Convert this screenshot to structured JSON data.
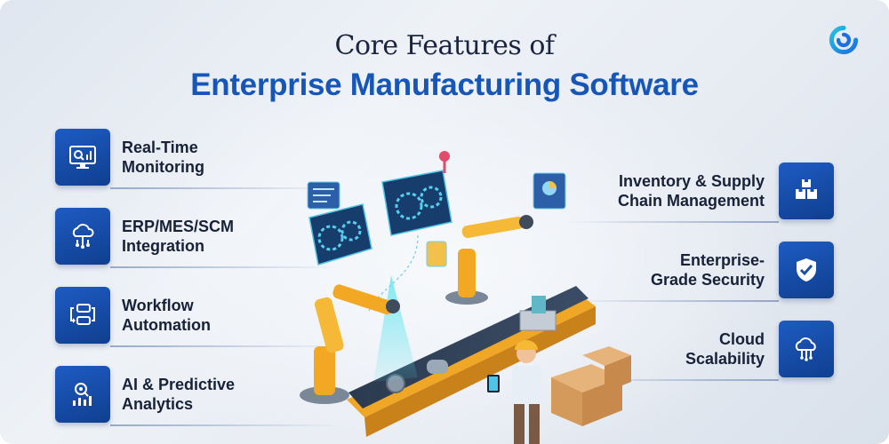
{
  "title": {
    "line1": "Core Features of",
    "line2": "Enterprise Manufacturing Software"
  },
  "logo_icon": "brand-ring-logo",
  "colors": {
    "accent": "#1556b8",
    "tile": "#1a4fa8",
    "text": "#172138"
  },
  "left_features": [
    {
      "label_line1": "Real-Time",
      "label_line2": "Monitoring",
      "icon": "monitor-analytics-icon"
    },
    {
      "label_line1": "ERP/MES/SCM",
      "label_line2": "Integration",
      "icon": "cloud-network-icon"
    },
    {
      "label_line1": "Workflow",
      "label_line2": "Automation",
      "icon": "workflow-icon"
    },
    {
      "label_line1": "AI & Predictive",
      "label_line2": "Analytics",
      "icon": "ai-analytics-icon"
    }
  ],
  "right_features": [
    {
      "label_line1": "Inventory & Supply",
      "label_line2": "Chain Management",
      "icon": "boxes-icon"
    },
    {
      "label_line1": "Enterprise-",
      "label_line2": "Grade Security",
      "icon": "shield-check-icon"
    },
    {
      "label_line1": "Cloud",
      "label_line2": "Scalability",
      "icon": "cloud-circuit-icon"
    }
  ]
}
